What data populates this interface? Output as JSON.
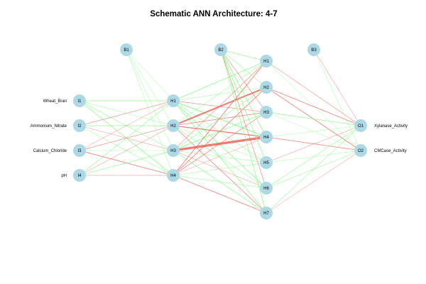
{
  "title": "Schematic ANN Architecture: 4-7",
  "colors": {
    "positive": "#7CFC7C",
    "negative": "#F0645A",
    "node_fill": "#ADD8E6"
  },
  "nodes": {
    "inputs": [
      "I1",
      "I2",
      "I3",
      "I4"
    ],
    "hidden1": [
      "H1",
      "H2",
      "H3",
      "H4"
    ],
    "hidden2": [
      "H1",
      "H2",
      "H3",
      "H4",
      "H5",
      "H6",
      "H7"
    ],
    "outputs": [
      "O1",
      "O2"
    ],
    "biases": [
      "B1",
      "B2",
      "B3"
    ]
  },
  "input_labels": [
    "Wheat_Bran",
    "Ammonium_Nitrate",
    "Calcium_Chloride",
    "pH"
  ],
  "output_labels": [
    "Xylanase_Activity",
    "CMCase_Activity"
  ]
}
